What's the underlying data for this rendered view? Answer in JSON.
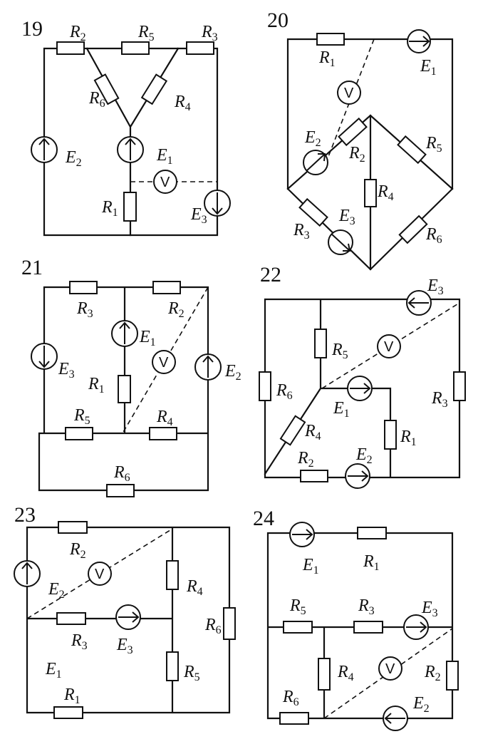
{
  "diagrams": {
    "d19": {
      "number": "19",
      "R1": [
        "R",
        "1"
      ],
      "R2": [
        "R",
        "2"
      ],
      "R3": [
        "R",
        "3"
      ],
      "R4": [
        "R",
        "4"
      ],
      "R5": [
        "R",
        "5"
      ],
      "R6": [
        "R",
        "6"
      ],
      "E1": [
        "E",
        "1"
      ],
      "E2": [
        "E",
        "2"
      ],
      "E3": [
        "E",
        "3"
      ]
    },
    "d20": {
      "number": "20",
      "R1": [
        "R",
        "1"
      ],
      "R2": [
        "R",
        "2"
      ],
      "R3": [
        "R",
        "3"
      ],
      "R4": [
        "R",
        "4"
      ],
      "R5": [
        "R",
        "5"
      ],
      "R6": [
        "R",
        "6"
      ],
      "E1": [
        "E",
        "1"
      ],
      "E2": [
        "E",
        "2"
      ],
      "E3": [
        "E",
        "3"
      ]
    },
    "d21": {
      "number": "21",
      "R1": [
        "R",
        "1"
      ],
      "R2": [
        "R",
        "2"
      ],
      "R3": [
        "R",
        "3"
      ],
      "R4": [
        "R",
        "4"
      ],
      "R5": [
        "R",
        "5"
      ],
      "R6": [
        "R",
        "6"
      ],
      "E1": [
        "E",
        "1"
      ],
      "E2": [
        "E",
        "2"
      ],
      "E3": [
        "E",
        "3"
      ]
    },
    "d22": {
      "number": "22",
      "R1": [
        "R",
        "1"
      ],
      "R2": [
        "R",
        "2"
      ],
      "R3": [
        "R",
        "3"
      ],
      "R4": [
        "R",
        "4"
      ],
      "R5": [
        "R",
        "5"
      ],
      "R6": [
        "R",
        "6"
      ],
      "E1": [
        "E",
        "1"
      ],
      "E2": [
        "E",
        "2"
      ],
      "E3": [
        "E",
        "3"
      ]
    },
    "d23": {
      "number": "23",
      "R1": [
        "R",
        "1"
      ],
      "R2": [
        "R",
        "2"
      ],
      "R3": [
        "R",
        "3"
      ],
      "R4": [
        "R",
        "4"
      ],
      "R5": [
        "R",
        "5"
      ],
      "R6": [
        "R",
        "6"
      ],
      "E1": [
        "E",
        "1"
      ],
      "E2": [
        "E",
        "2"
      ],
      "E3": [
        "E",
        "3"
      ]
    },
    "d24": {
      "number": "24",
      "R1": [
        "R",
        "1"
      ],
      "R2": [
        "R",
        "2"
      ],
      "R3": [
        "R",
        "3"
      ],
      "R4": [
        "R",
        "4"
      ],
      "R5": [
        "R",
        "5"
      ],
      "R6": [
        "R",
        "6"
      ],
      "E1": [
        "E",
        "1"
      ],
      "E2": [
        "E",
        "2"
      ],
      "E3": [
        "E",
        "3"
      ]
    }
  },
  "voltmeter_symbol": "V"
}
